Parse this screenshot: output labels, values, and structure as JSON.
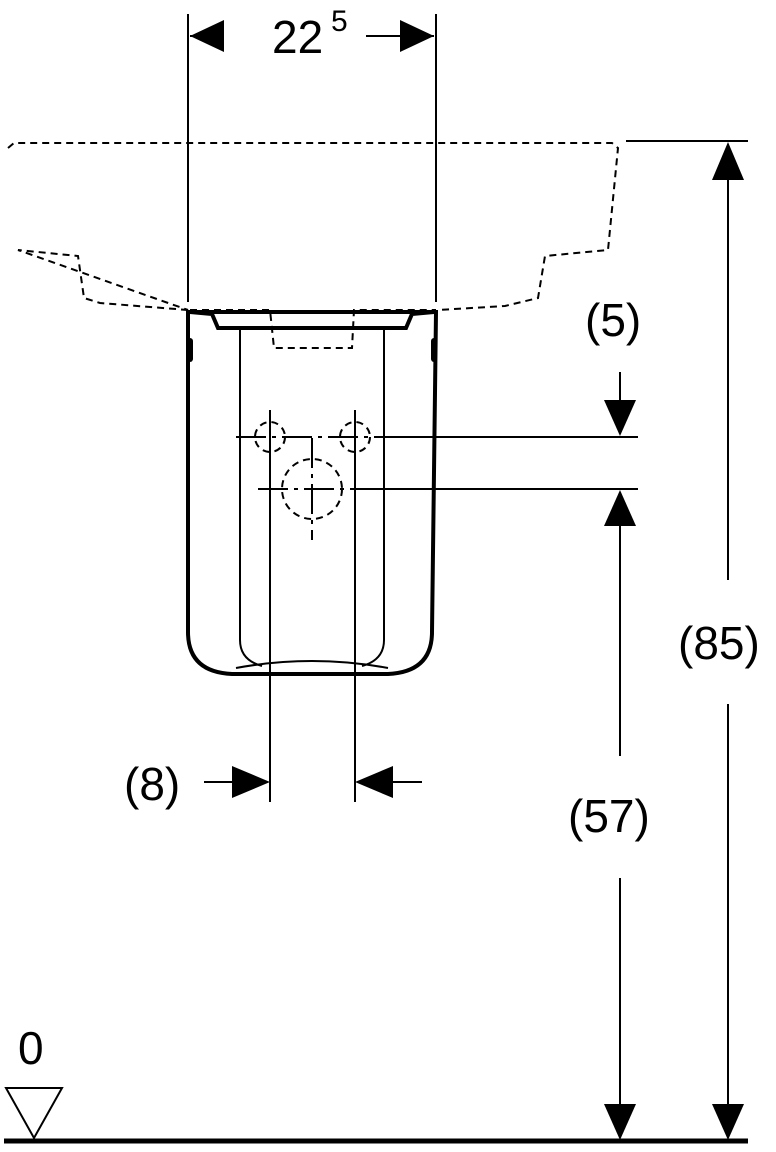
{
  "dimensions": {
    "top_width_main": "22",
    "top_width_sup": "5",
    "offset_label": "(5)",
    "spacing_label": "(8)",
    "pipe_height_label": "(57)",
    "total_height_label": "(85)",
    "floor_label": "0"
  }
}
